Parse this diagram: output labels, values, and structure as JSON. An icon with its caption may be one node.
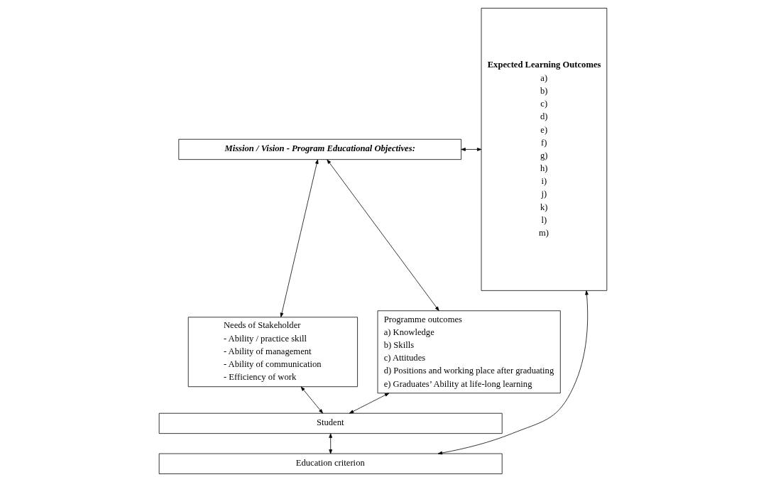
{
  "diagram": {
    "nodes": [
      {
        "text": [
          "Mission / Vision - Program Educational Objectives:"
        ]
      },
      {
        "text": [
          "Expected Learning Outcomes",
          "a)",
          "b)",
          "c)",
          "d)",
          "e)",
          "f)",
          "g)",
          "h)",
          "i)",
          "j)",
          "k)",
          "l)",
          "m)"
        ]
      },
      {
        "text": [
          "Needs of Stakeholder",
          "- Ability / practice skill",
          "- Ability of management",
          "- Ability of communication",
          "- Efficiency of work"
        ]
      },
      {
        "text": [
          "Programme outcomes",
          "a) Knowledge",
          "b) Skills",
          "c) Attitudes",
          "d) Positions and working place after graduating",
          "e) Graduates’ Ability at life-long learning"
        ]
      },
      {
        "text": [
          "Student"
        ]
      },
      {
        "text": [
          "Education criterion"
        ]
      }
    ],
    "edges": [
      {
        "from": 0,
        "to": 1,
        "arrow": "both"
      },
      {
        "from": 0,
        "to": 2,
        "arrow": "both"
      },
      {
        "from": 0,
        "to": 3,
        "arrow": "both"
      },
      {
        "from": 2,
        "to": 4,
        "arrow": "both"
      },
      {
        "from": 3,
        "to": 4,
        "arrow": "both"
      },
      {
        "from": 4,
        "to": 5,
        "arrow": "both"
      },
      {
        "from": 5,
        "to": 1,
        "arrow": "both"
      }
    ]
  }
}
